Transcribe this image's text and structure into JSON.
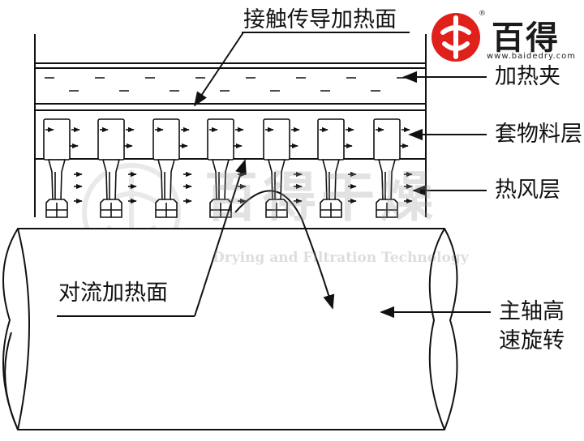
{
  "labels": {
    "contact_surface": "接触传导加热面",
    "heating_jacket": "加热夹",
    "material_layer": "套物料层",
    "hot_air_layer": "热风层",
    "convection_surface": "对流加热面",
    "spindle_line1": "主轴高",
    "spindle_line2": "速旋转"
  },
  "logo": {
    "brand": "百得",
    "url": "www.baidedry.com",
    "color": "#e0201b",
    "icon": "baide-logo-icon"
  },
  "watermark": {
    "brand_cn": "百得干燥",
    "tagline": "Drying and Filtration Technology"
  }
}
